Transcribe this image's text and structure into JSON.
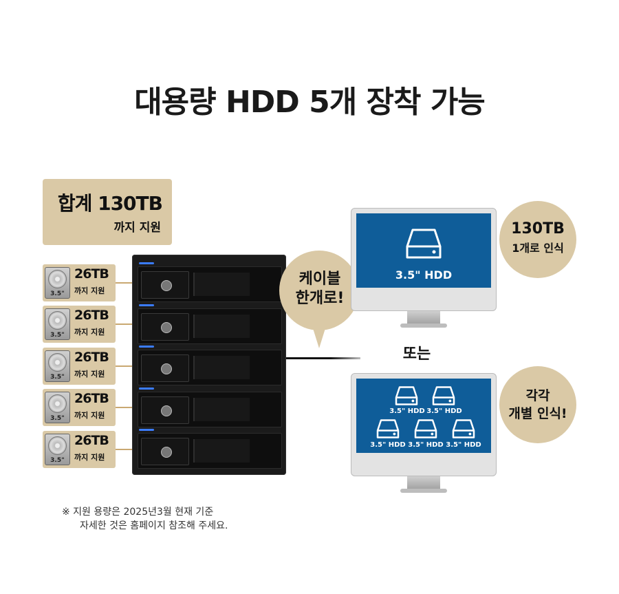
{
  "title": "대용량 HDD 5개 장착 가능",
  "total": {
    "main": "합계 130TB",
    "sub": "까지 지원"
  },
  "drives": [
    {
      "size": "3.5\"",
      "capacity": "26TB",
      "sub": "까지 지원"
    },
    {
      "size": "3.5\"",
      "capacity": "26TB",
      "sub": "까지 지원"
    },
    {
      "size": "3.5\"",
      "capacity": "26TB",
      "sub": "까지 지원"
    },
    {
      "size": "3.5\"",
      "capacity": "26TB",
      "sub": "까지 지원"
    },
    {
      "size": "3.5\"",
      "capacity": "26TB",
      "sub": "까지 지원"
    }
  ],
  "cable_bubble": {
    "line1": "케이블",
    "line2": "한개로!"
  },
  "monitor_single": {
    "drive_label": "3.5\" HDD",
    "bubble_line1": "130TB",
    "bubble_line2": "1개로 인식"
  },
  "or_text": "또는",
  "monitor_multi": {
    "drive_labels": [
      "3.5\" HDD",
      "3.5\" HDD",
      "3.5\" HDD",
      "3.5\" HDD",
      "3.5\" HDD"
    ],
    "bubble_line1": "각각",
    "bubble_line2": "개별 인식!"
  },
  "note": {
    "line1": "※  지원 용량은 2025년3월 현재 기준",
    "line2": "자세한 것은 홈페이지 참조해 주세요."
  },
  "colors": {
    "accent_beige": "#dac9a6",
    "screen_blue": "#0f5d99",
    "arrow_gold": "#c9a871",
    "led_blue": "#3b7cff"
  }
}
